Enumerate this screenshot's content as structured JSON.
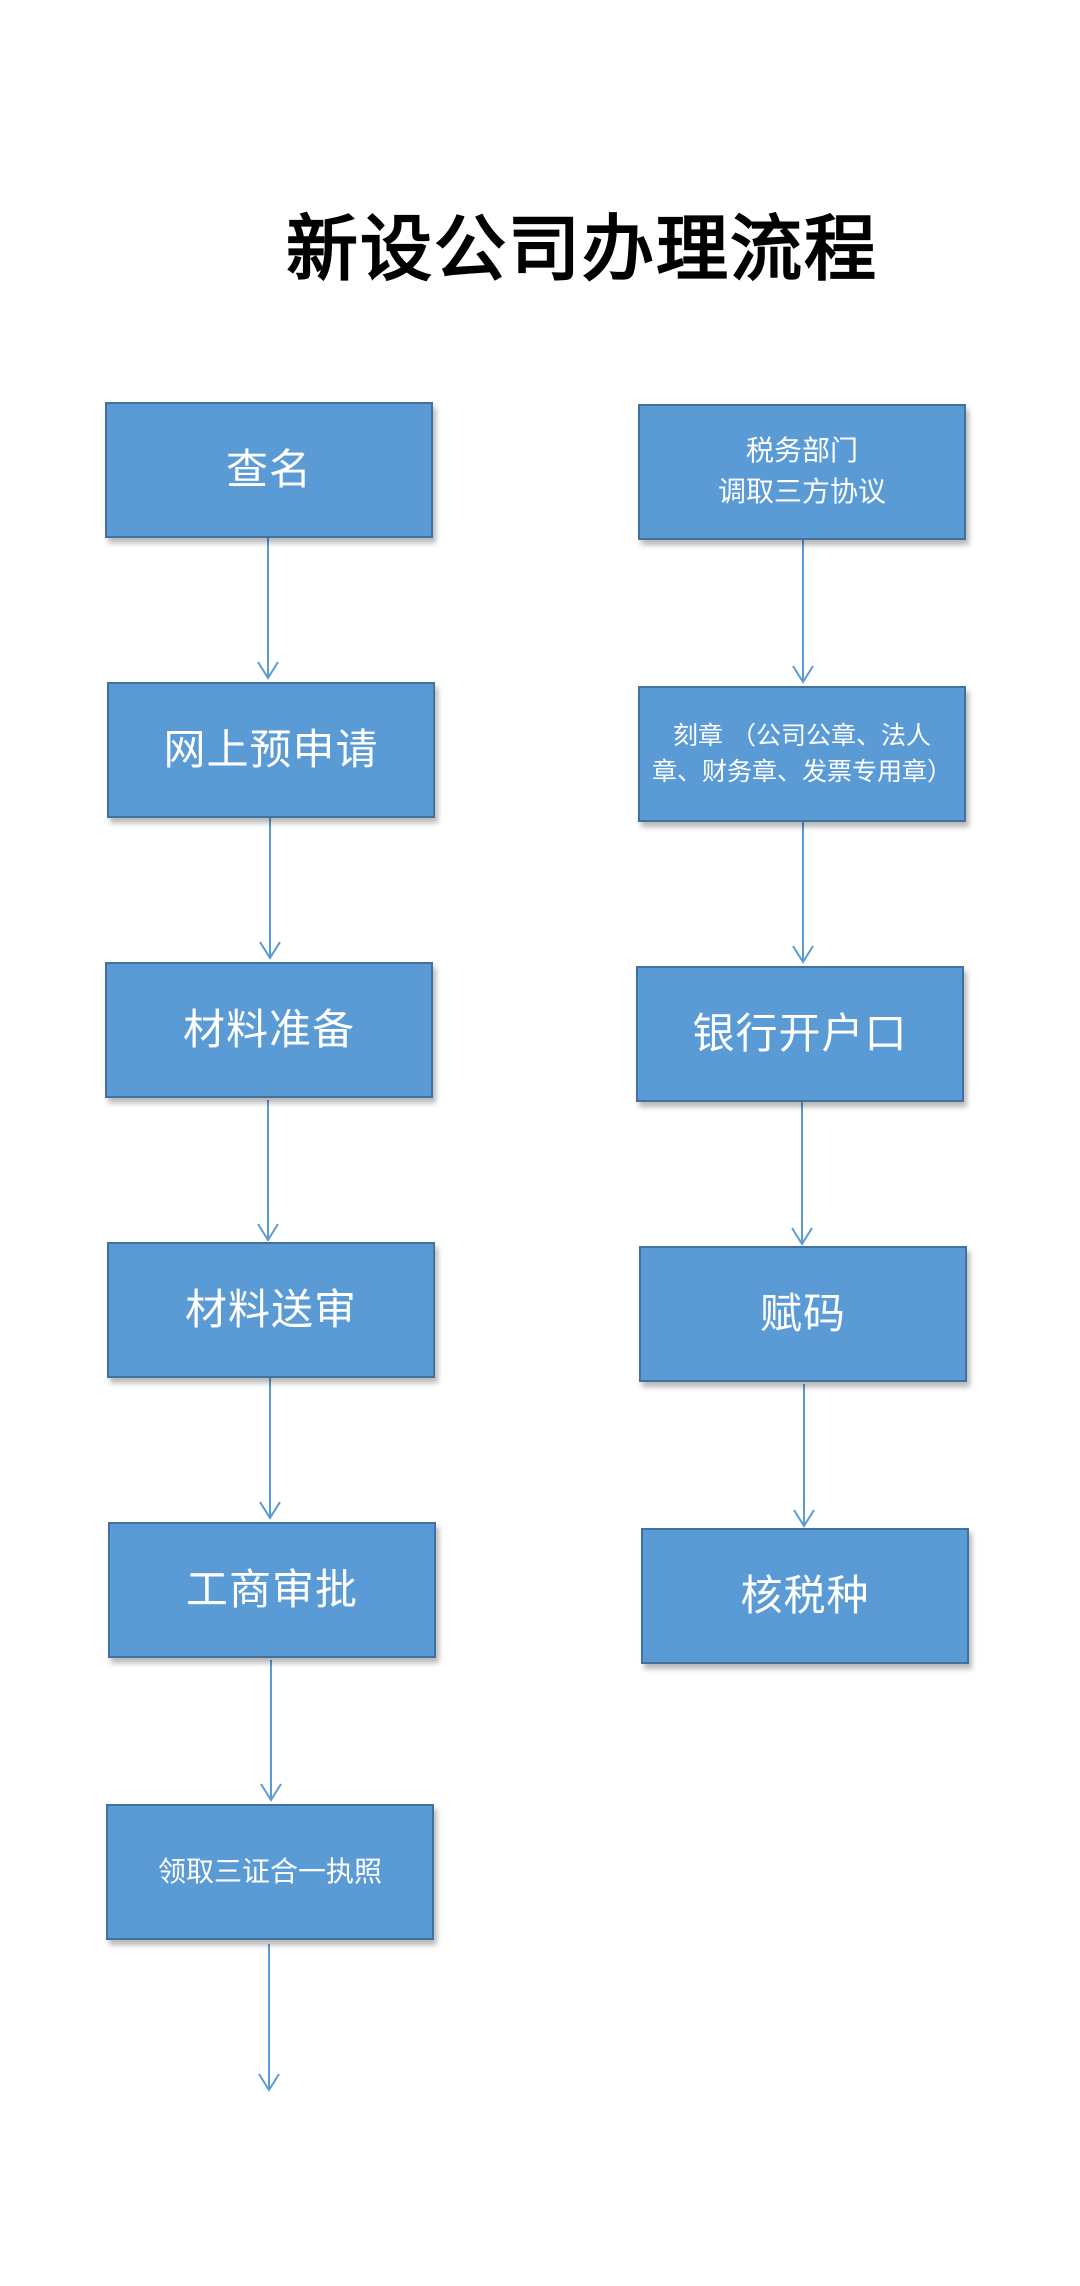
{
  "title": "新设公司办理流程",
  "colors": {
    "box_fill": "#5b9bd5",
    "box_border": "#41719c",
    "arrow": "#5b9bd5",
    "box_text": "#ffffff",
    "title_text": "#000000"
  },
  "left_column": [
    {
      "lines": [
        "查名"
      ]
    },
    {
      "lines": [
        "网上预申请"
      ]
    },
    {
      "lines": [
        "材料准备"
      ]
    },
    {
      "lines": [
        "材料送审"
      ]
    },
    {
      "lines": [
        "工商审批"
      ]
    },
    {
      "lines": [
        "领取三证合一执照"
      ]
    }
  ],
  "right_column": [
    {
      "lines": [
        "税务部门",
        "调取三方协议"
      ]
    },
    {
      "lines": [
        "刻章 （公司公章、法人",
        "章、财务章、发票专用章）"
      ]
    },
    {
      "lines": [
        "银行开户口"
      ]
    },
    {
      "lines": [
        "赋码"
      ]
    },
    {
      "lines": [
        "核税种"
      ]
    }
  ]
}
